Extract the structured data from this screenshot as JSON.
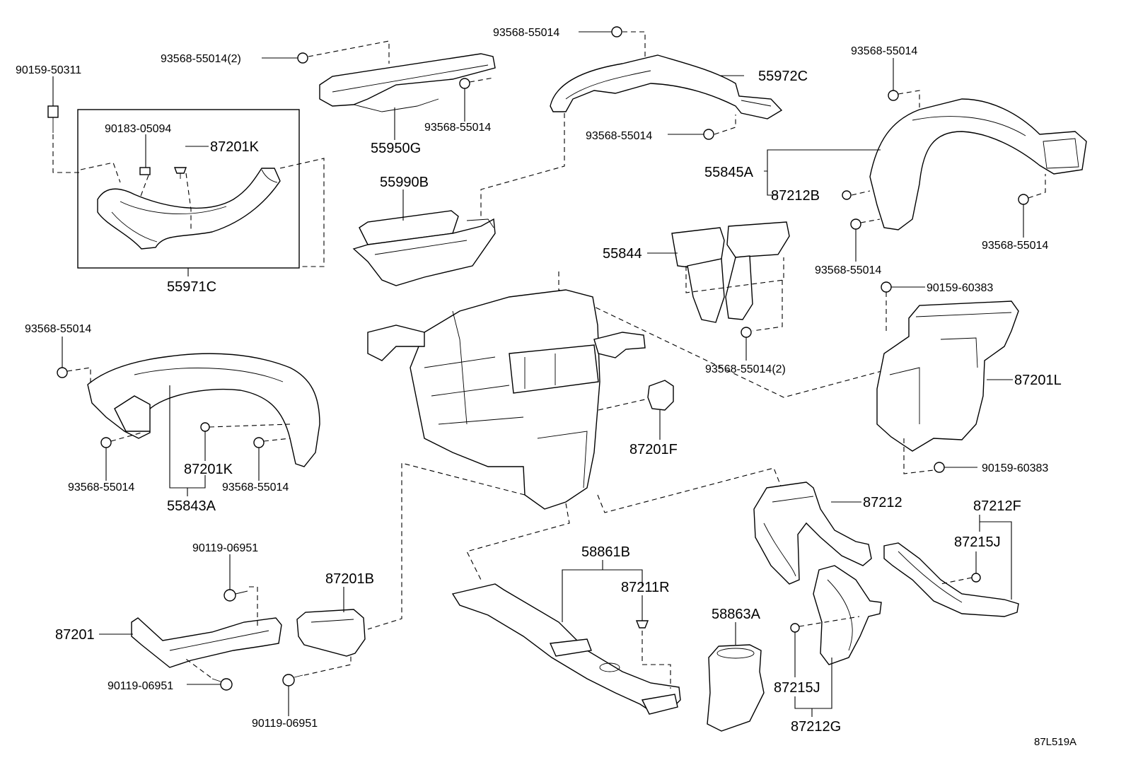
{
  "labels": {
    "p90159_50311": "90159-50311",
    "p93568_55014_2_top": "93568-55014(2)",
    "p93568_55014_top": "93568-55014",
    "p93568_55014_55950": "93568-55014",
    "p55950G": "55950G",
    "p55972C": "55972C",
    "p93568_55014_55972": "93568-55014",
    "p93568_55014_right_top": "93568-55014",
    "p90183_05094": "90183-05094",
    "p87201K_top": "87201K",
    "p55990B": "55990B",
    "p55845A": "55845A",
    "p87212B": "87212B",
    "p93568_55014_right_mid": "93568-55014",
    "p93568_55014_right_low": "93568-55014",
    "p55844": "55844",
    "p55971C": "55971C",
    "p90159_60383_top": "90159-60383",
    "p93568_55014_left": "93568-55014",
    "p93568_55014_2_mid": "93568-55014(2)",
    "p87201L": "87201L",
    "p87201F": "87201F",
    "p93568_55014_left_low1": "93568-55014",
    "p87201K_mid": "87201K",
    "p93568_55014_left_low2": "93568-55014",
    "p55843A": "55843A",
    "p90159_60383_low": "90159-60383",
    "p87212": "87212",
    "p87212F": "87212F",
    "p90119_06951_top": "90119-06951",
    "p58861B": "58861B",
    "p87215J_right": "87215J",
    "p87201B": "87201B",
    "p87211R": "87211R",
    "p87201": "87201",
    "p58863A": "58863A",
    "p90119_06951_left": "90119-06951",
    "p87215J_low": "87215J",
    "p90119_06951_low": "90119-06951",
    "p87212G": "87212G",
    "code": "87L519A"
  }
}
